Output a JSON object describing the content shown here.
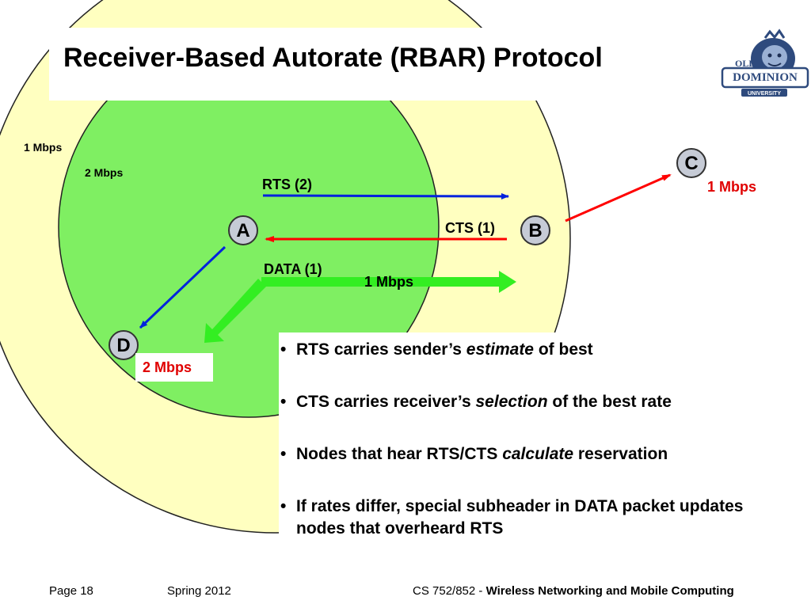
{
  "title": "Receiver-Based Autorate (RBAR) Protocol",
  "logo": {
    "line1": "OLD",
    "line2": "DOMINION",
    "line3": "UNIVERSITY"
  },
  "ranges": {
    "outer": "1 Mbps",
    "inner": "2 Mbps"
  },
  "nodes": {
    "a": "A",
    "b": "B",
    "c": "C",
    "d": "D"
  },
  "frames": {
    "rts": "RTS (2)",
    "cts": "CTS (1)",
    "data": "DATA (1)"
  },
  "rates": {
    "data": "1 Mbps",
    "c": "1 Mbps",
    "d": "2 Mbps"
  },
  "bullets": [
    {
      "pre": "RTS carries sender’s ",
      "em": "estimate",
      "post": " of best"
    },
    {
      "pre": "CTS carries receiver’s ",
      "em": "selection",
      "post": " of the best rate"
    },
    {
      "pre": "Nodes that hear RTS/CTS ",
      "em": "calculate",
      "post": " reservation"
    },
    {
      "pre": "If rates differ, special subheader in DATA packet updates nodes that overheard RTS",
      "em": "",
      "post": ""
    }
  ],
  "footer": {
    "page": "Page 18",
    "term": "Spring 2012",
    "course": "CS 752/852 - ",
    "course_title": "Wireless Networking and Mobile Computing"
  },
  "colors": {
    "outer_range": "#ffffc0",
    "inner_range": "#7fef62",
    "rts_arrow": "#0022dd",
    "cts_arrow": "#ff0000",
    "data_arrow": "#33ee22",
    "node_fill": "#c6cbd6",
    "rate_highlight": "#e00000"
  }
}
